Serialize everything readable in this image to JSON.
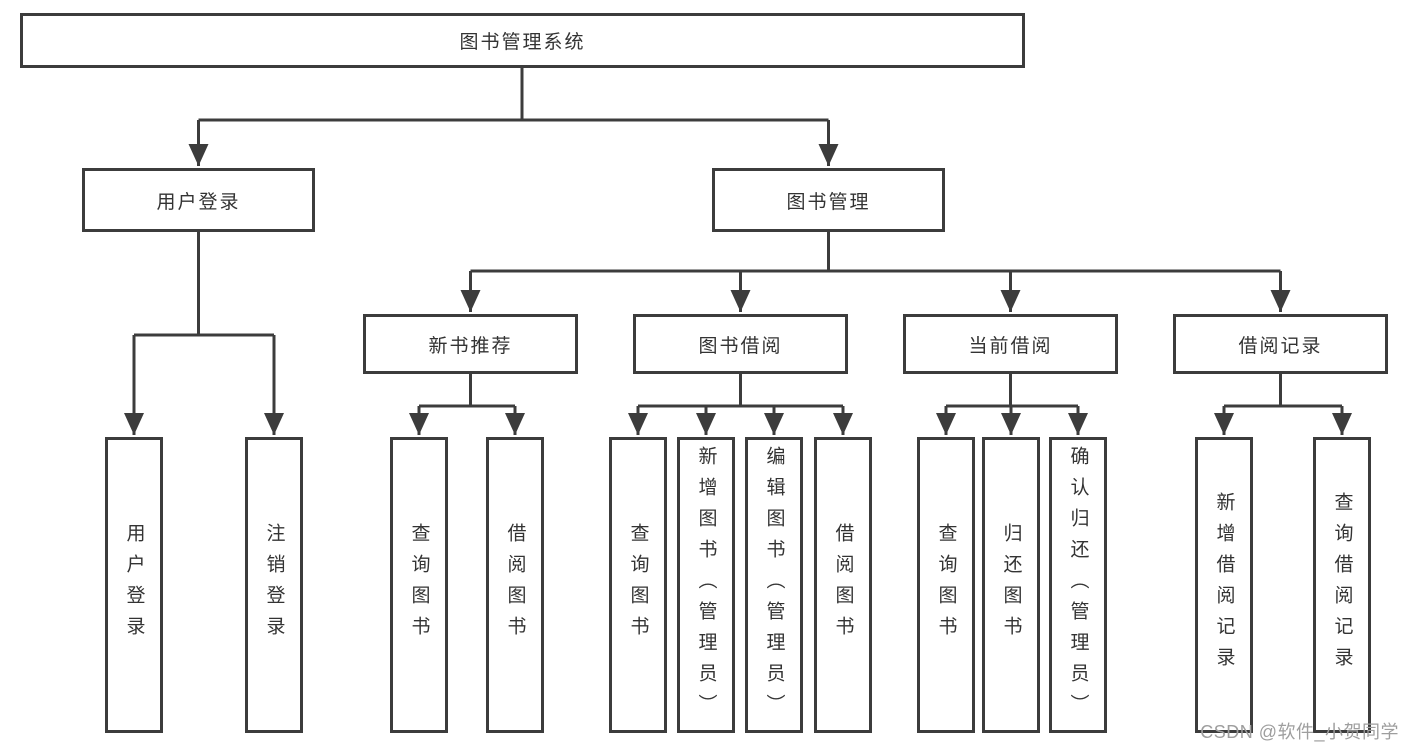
{
  "colors": {
    "line": "#3c3c3c",
    "text": "#333333",
    "watermark": "#9e9e9e",
    "background": "#ffffff"
  },
  "watermark": "CSDN @软件_小贺同学",
  "tree": {
    "label": "图书管理系统",
    "children": [
      {
        "label": "用户登录",
        "children": [
          {
            "label": "用户登录"
          },
          {
            "label": "注销登录"
          }
        ]
      },
      {
        "label": "图书管理",
        "children": [
          {
            "label": "新书推荐",
            "children": [
              {
                "label": "查询图书"
              },
              {
                "label": "借阅图书"
              }
            ]
          },
          {
            "label": "图书借阅",
            "children": [
              {
                "label": "查询图书"
              },
              {
                "label": "新增图书（管理员）"
              },
              {
                "label": "编辑图书（管理员）"
              },
              {
                "label": "借阅图书"
              }
            ]
          },
          {
            "label": "当前借阅",
            "children": [
              {
                "label": "查询图书"
              },
              {
                "label": "归还图书"
              },
              {
                "label": "确认归还（管理员）"
              }
            ]
          },
          {
            "label": "借阅记录",
            "children": [
              {
                "label": "新增借阅记录"
              },
              {
                "label": "查询借阅记录"
              }
            ]
          }
        ]
      }
    ]
  }
}
